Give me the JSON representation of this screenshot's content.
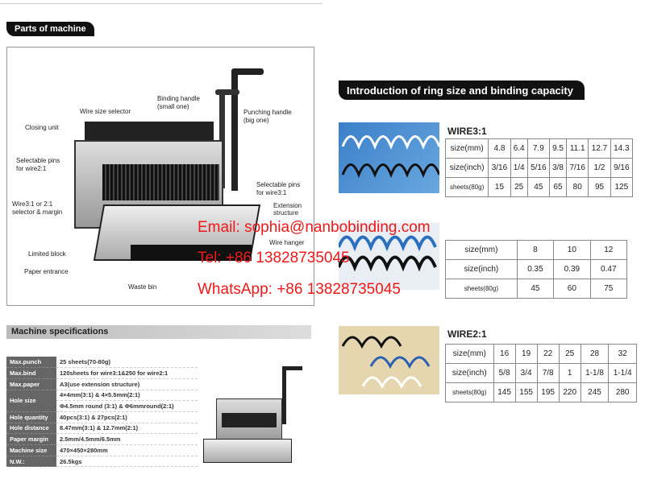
{
  "parts": {
    "title": "Parts of machine",
    "labels": {
      "binding_handle": "Binding handle",
      "binding_handle_sub": "(small one)",
      "wire_size_selector": "Wire size selector",
      "punching_handle": "Punching handle",
      "punching_handle_sub": "(big one)",
      "closing_unit": "Closing unit",
      "pins21": "Selectable pins",
      "pins21_sub": "for wire2:1",
      "pins31": "Selectable pins",
      "pins31_sub": "for wire3:1",
      "selector": "Wire3:1 or 2:1",
      "selector_sub": "selector & margin",
      "extension": "Extension",
      "extension_sub": "structure",
      "limited_block": "Limited block",
      "wire_hanger": "Wire hanger",
      "paper_entrance": "Paper entrance",
      "waste_bin": "Waste bin"
    }
  },
  "rings": {
    "title": "Introduction of ring size and binding capacity",
    "wire31": {
      "name": "WIRE3:1",
      "rows": [
        [
          "size(mm)",
          "4.8",
          "6.4",
          "7.9",
          "9.5",
          "11.1",
          "12.7",
          "14.3"
        ],
        [
          "size(inch)",
          "3/16",
          "1/4",
          "5/16",
          "3/8",
          "7/16",
          "1/2",
          "9/16"
        ],
        [
          "sheets(80g)",
          "15",
          "25",
          "45",
          "65",
          "80",
          "95",
          "125"
        ]
      ]
    },
    "mid": {
      "rows": [
        [
          "size(mm)",
          "8",
          "10",
          "12"
        ],
        [
          "size(inch)",
          "0.35",
          "0.39",
          "0.47"
        ],
        [
          "sheets(80g)",
          "45",
          "60",
          "75"
        ]
      ]
    },
    "wire21": {
      "name": "WIRE2:1",
      "rows": [
        [
          "size(mm)",
          "16",
          "19",
          "22",
          "25",
          "28",
          "32"
        ],
        [
          "size(inch)",
          "5/8",
          "3/4",
          "7/8",
          "1",
          "1-1/8",
          "1-1/4"
        ],
        [
          "sheets(80g)",
          "145",
          "155",
          "195",
          "220",
          "245",
          "280"
        ]
      ]
    }
  },
  "specs": {
    "title": "Machine specifications",
    "rows": [
      [
        "Max.punch",
        "25 sheets(70-80g)"
      ],
      [
        "Max.bind",
        "120sheets for wire3:1&250 for wire2:1"
      ],
      [
        "Max.paper",
        "A3(use extension structure)"
      ],
      [
        "Hole size",
        "4×4mm(3:1) & 4×5.5mm(2:1)"
      ],
      [
        "",
        "Φ4.5mm round (3:1) & Φ6mmround(2:1)"
      ],
      [
        "Hole quantity",
        "40pcs(3:1) & 27pcs(2:1)"
      ],
      [
        "Hole distance",
        "8.47mm(3:1) & 12.7mm(2:1)"
      ],
      [
        "Paper margin",
        "2.5mm/4.5mm/6.5mm"
      ],
      [
        "Machine size",
        "470×450×280mm"
      ],
      [
        "N.W.:",
        "26.5kgs"
      ]
    ]
  },
  "watermark": {
    "email": "Email: sophia@nanbobinding.com",
    "tel": "Tel: +86 13828735045",
    "whatsapp": "WhatsApp: +86 13828735045"
  }
}
